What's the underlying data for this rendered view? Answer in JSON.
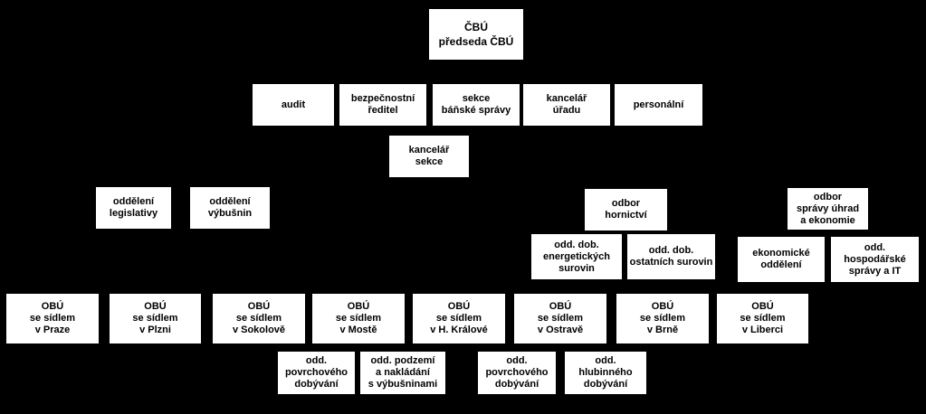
{
  "nodes": [
    {
      "id": "cbu",
      "text": "ČBÚ\npředseda ČBÚ"
    },
    {
      "id": "audit",
      "text": "audit"
    },
    {
      "id": "bezpecnostni-reditel",
      "text": "bezpečnostní\nředitel"
    },
    {
      "id": "sekce-banske-spravy",
      "text": "sekce\nbáňské správy"
    },
    {
      "id": "kancelar-uradu",
      "text": "kancelář\núřadu"
    },
    {
      "id": "personalni",
      "text": "personální"
    },
    {
      "id": "kancelar-sekce",
      "text": "kancelář\nsekce"
    },
    {
      "id": "oddeleni-legislativy",
      "text": "oddělení\nlegislativy"
    },
    {
      "id": "oddeleni-vybusnin",
      "text": "oddělení\nvýbušnin"
    },
    {
      "id": "odbor-hornictvi",
      "text": "odbor\nhornictví"
    },
    {
      "id": "odbor-spravy-uhrad",
      "text": "odbor\nsprávy úhrad\na ekonomie"
    },
    {
      "id": "odd-energetickych",
      "text": "odd. dob.\nenergetických\nsurovin"
    },
    {
      "id": "odd-ostatnich",
      "text": "odd. dob.\nostatních surovin"
    },
    {
      "id": "ekonomicke-oddeleni",
      "text": "ekonomické\noddělení"
    },
    {
      "id": "odd-hospodarske",
      "text": "odd.\nhospodářské\nsprávy a IT"
    },
    {
      "id": "obu-praha",
      "text": "OBÚ\nse sídlem\nv Praze"
    },
    {
      "id": "obu-plzen",
      "text": "OBÚ\nse sídlem\nv Plzni"
    },
    {
      "id": "obu-sokolov",
      "text": "OBÚ\nse sídlem\nv Sokolově"
    },
    {
      "id": "obu-most",
      "text": "OBÚ\nse sídlem\nv  Mostě"
    },
    {
      "id": "obu-hradec",
      "text": "OBÚ\nse sídlem\nv  H. Králové"
    },
    {
      "id": "obu-ostrava",
      "text": "OBÚ\nse sídlem\nv Ostravě"
    },
    {
      "id": "obu-brno",
      "text": "OBÚ\nse sídlem\nv Brně"
    },
    {
      "id": "obu-liberec",
      "text": "OBÚ\nse sídlem\nv Liberci"
    },
    {
      "id": "most-povrchove",
      "text": "odd.\npovrchového\ndobývání"
    },
    {
      "id": "most-podzemi",
      "text": "odd. podzemí\na nakládání\ns výbušninami"
    },
    {
      "id": "ostrava-povrchove",
      "text": "odd.\npovrchového\ndobývání"
    },
    {
      "id": "ostrava-hlubinne",
      "text": "odd.\nhlubinného\ndobývání"
    }
  ],
  "colors": {
    "background": "#000000",
    "box": "#ffffff",
    "text": "#000000"
  }
}
